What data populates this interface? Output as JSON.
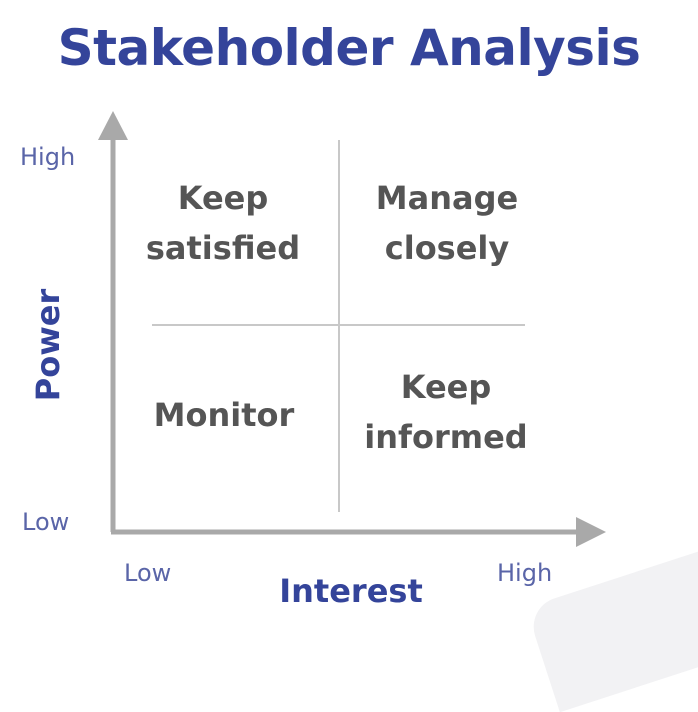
{
  "title": "Stakeholder Analysis",
  "axes": {
    "y": {
      "label": "Power",
      "low": "Low",
      "high": "High"
    },
    "x": {
      "label": "Interest",
      "low": "Low",
      "high": "High"
    }
  },
  "quadrants": {
    "top_left": [
      "Keep",
      "satisfied"
    ],
    "top_right": [
      "Manage",
      "closely"
    ],
    "bottom_left": [
      "Monitor"
    ],
    "bottom_right": [
      "Keep",
      "informed"
    ]
  },
  "colors": {
    "title": "#34449a",
    "tick": "#5a65a8",
    "axis": "#a9a9a9",
    "grid": "#c8c8c8",
    "quadrant_text": "#555555"
  }
}
